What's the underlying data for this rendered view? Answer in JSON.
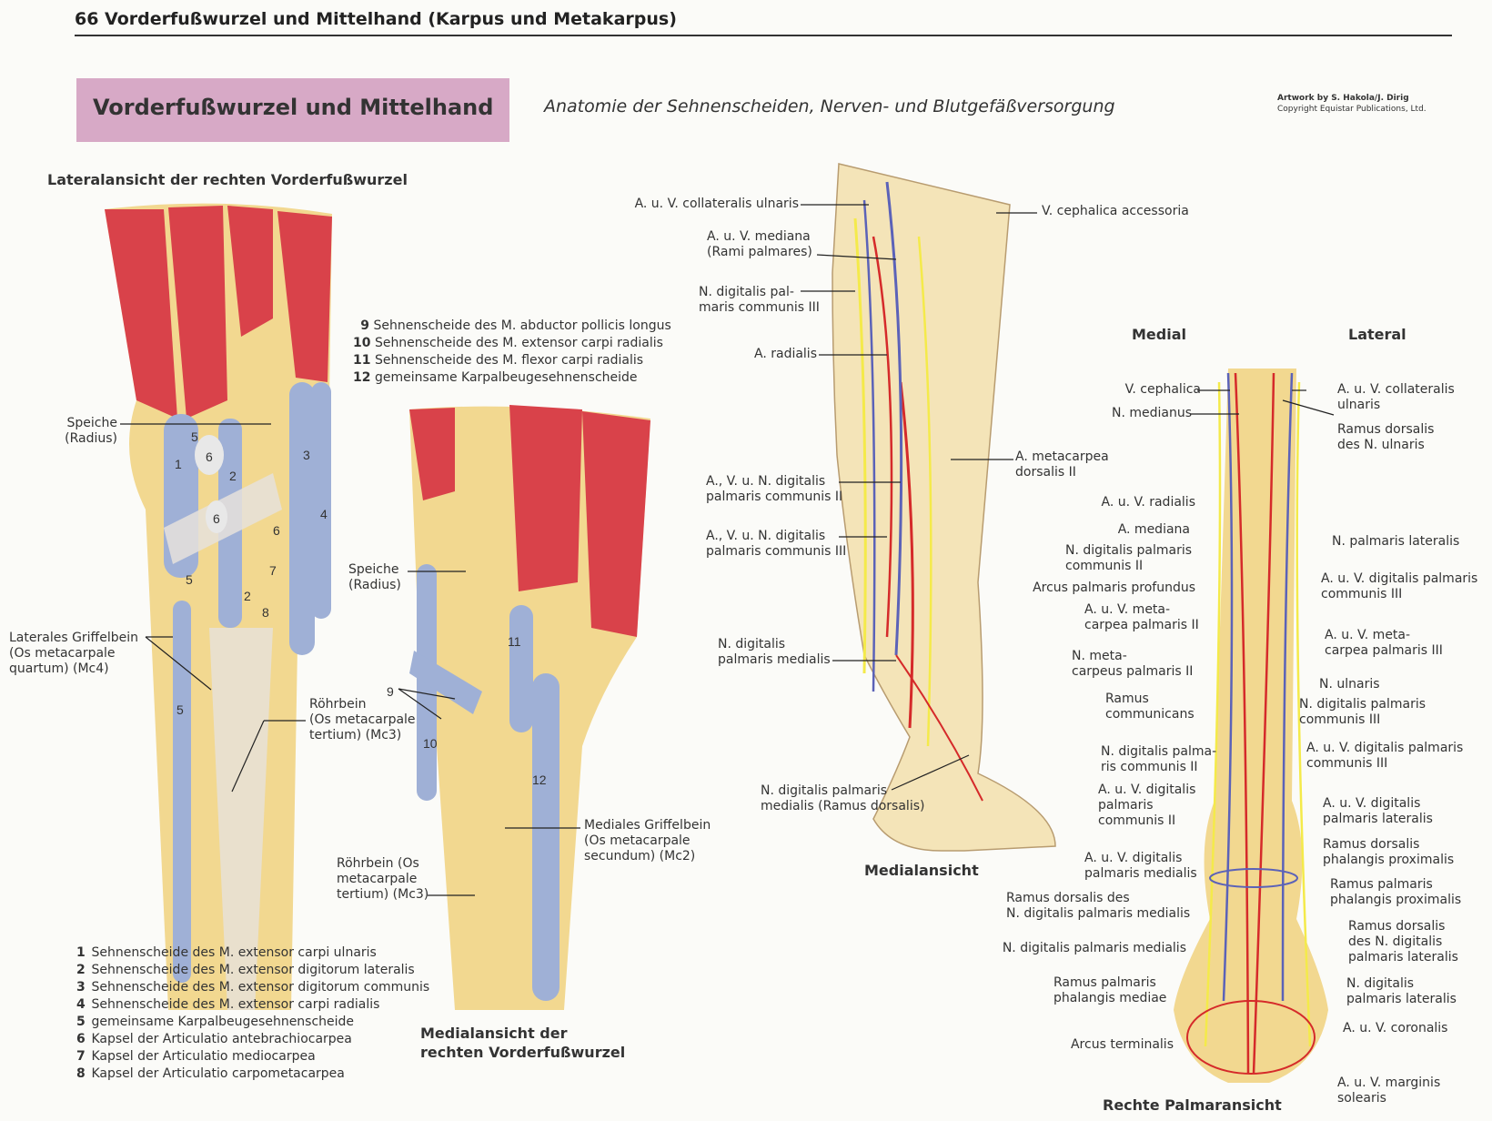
{
  "page": {
    "header": "66  Vorderfußwurzel und Mittelhand (Karpus und Metakarpus)",
    "title": "Vorderfußwurzel und Mittelhand",
    "subtitle": "Anatomie der Sehnenscheiden, Nerven- und Blutgefäßversorgung",
    "credit_line1": "Artwork by S. Hakola/J. Dirig",
    "credit_line2": "Copyright Equistar Publications, Ltd."
  },
  "lateral_view": {
    "heading": "Lateralansicht der rechten Vorderfußwurzel",
    "labels": {
      "speiche": "Speiche\n(Radius)",
      "griffelbein": "Laterales Griffelbein\n(Os metacarpale\nquartum) (Mc4)",
      "roehrbein": "Röhrbein\n(Os metacarpale\ntertium) (Mc3)"
    },
    "numbers": [
      "1",
      "2",
      "2",
      "3",
      "4",
      "5",
      "5",
      "5",
      "6",
      "6",
      "6",
      "7",
      "8"
    ],
    "legend": [
      {
        "num": "1",
        "text": "Sehnenscheide des M. extensor carpi ulnaris"
      },
      {
        "num": "2",
        "text": "Sehnenscheide des M. extensor digitorum lateralis"
      },
      {
        "num": "3",
        "text": "Sehnenscheide des M. extensor digitorum communis"
      },
      {
        "num": "4",
        "text": "Sehnenscheide des M. extensor carpi radialis"
      },
      {
        "num": "5",
        "text": "gemeinsame Karpalbeugesehnenscheide"
      },
      {
        "num": "6",
        "text": "Kapsel der Articulatio antebrachiocarpea"
      },
      {
        "num": "7",
        "text": "Kapsel der Articulatio mediocarpea"
      },
      {
        "num": "8",
        "text": "Kapsel der Articulatio carpometacarpea"
      }
    ]
  },
  "medial_view": {
    "heading": "Medialansicht der\nrechten Vorderfußwurzel",
    "legend": [
      {
        "num": "9",
        "text": "Sehnenscheide des M. abductor pollicis longus"
      },
      {
        "num": "10",
        "text": "Sehnenscheide des M. extensor carpi radialis"
      },
      {
        "num": "11",
        "text": "Sehnenscheide des M. flexor carpi radialis"
      },
      {
        "num": "12",
        "text": "gemeinsame Karpalbeugesehnenscheide"
      }
    ],
    "labels": {
      "speiche": "Speiche\n(Radius)",
      "roehrbein": "Röhrbein (Os\nmetacarpale\ntertium) (Mc3)",
      "griffelbein": "Mediales Griffelbein\n(Os metacarpale\nsecundum) (Mc2)"
    },
    "numbers": [
      "9",
      "10",
      "11",
      "12"
    ]
  },
  "medialansicht": {
    "heading": "Medialansicht",
    "labels": {
      "l1": "A. u. V. collateralis ulnaris",
      "l2": "A. u. V. mediana\n(Rami palmares)",
      "l3": "N. digitalis pal-\nmaris communis III",
      "l4": "A. radialis",
      "l5": "A., V. u. N. digitalis\npalmaris communis II",
      "l6": "A., V. u. N. digitalis\npalmaris communis III",
      "l7": "N. digitalis\npalmaris medialis",
      "l8": "N. digitalis palmaris\nmedialis (Ramus dorsalis)",
      "r1": "V. cephalica accessoria",
      "r2": "A. metacarpea\ndorsalis II"
    }
  },
  "palmaransicht": {
    "heading": "Rechte Palmaransicht",
    "medial": "Medial",
    "lateral": "Lateral",
    "left_labels": {
      "a": "V. cephalica",
      "b": "N. medianus",
      "c": "A. u. V. radialis",
      "d": "A. mediana",
      "e": "N. digitalis palmaris\ncommunis II",
      "f": "Arcus palmaris profundus",
      "g": "A. u. V. meta-\ncarpea palmaris II",
      "h": "N. meta-\ncarpeus palmaris II",
      "i": "Ramus\ncommunicans",
      "j": "N. digitalis palma-\nris communis II",
      "k": "A. u. V. digitalis\npalmaris\ncommunis II",
      "l": "A. u. V. digitalis\npalmaris medialis",
      "m": "Ramus dorsalis des\nN. digitalis palmaris medialis",
      "n": "N. digitalis palmaris medialis",
      "o": "Ramus palmaris\nphalangis mediae",
      "p": "Arcus terminalis"
    },
    "right_labels": {
      "a": "A. u. V. collateralis\nulnaris",
      "b": "Ramus dorsalis\ndes N. ulnaris",
      "c": "N. palmaris lateralis",
      "d": "A. u. V. digitalis palmaris\ncommunis III",
      "e": "A. u. V. meta-\ncarpea palmaris III",
      "f": "N. ulnaris",
      "g": "N. digitalis palmaris\ncommunis III",
      "h": "A. u. V. digitalis palmaris\ncommunis III",
      "i": "A. u. V. digitalis\npalmaris lateralis",
      "j": "Ramus dorsalis\nphalangis proximalis",
      "k": "Ramus palmaris\nphalangis proximalis",
      "l": "Ramus dorsalis\ndes N. digitalis\npalmaris lateralis",
      "m": "N. digitalis\npalmaris lateralis",
      "n": "A. u. V. coronalis",
      "o": "A. u. V. marginis solearis"
    }
  },
  "colors": {
    "muscle": "#d9424a",
    "tendon": "#e6e2dc",
    "bone": "#f2d890",
    "sheath": "#9fb0d6",
    "artery": "#d52a2a",
    "vein": "#5b62b8",
    "nerve": "#f4ea4a",
    "title_box": "#d7a9c6"
  }
}
